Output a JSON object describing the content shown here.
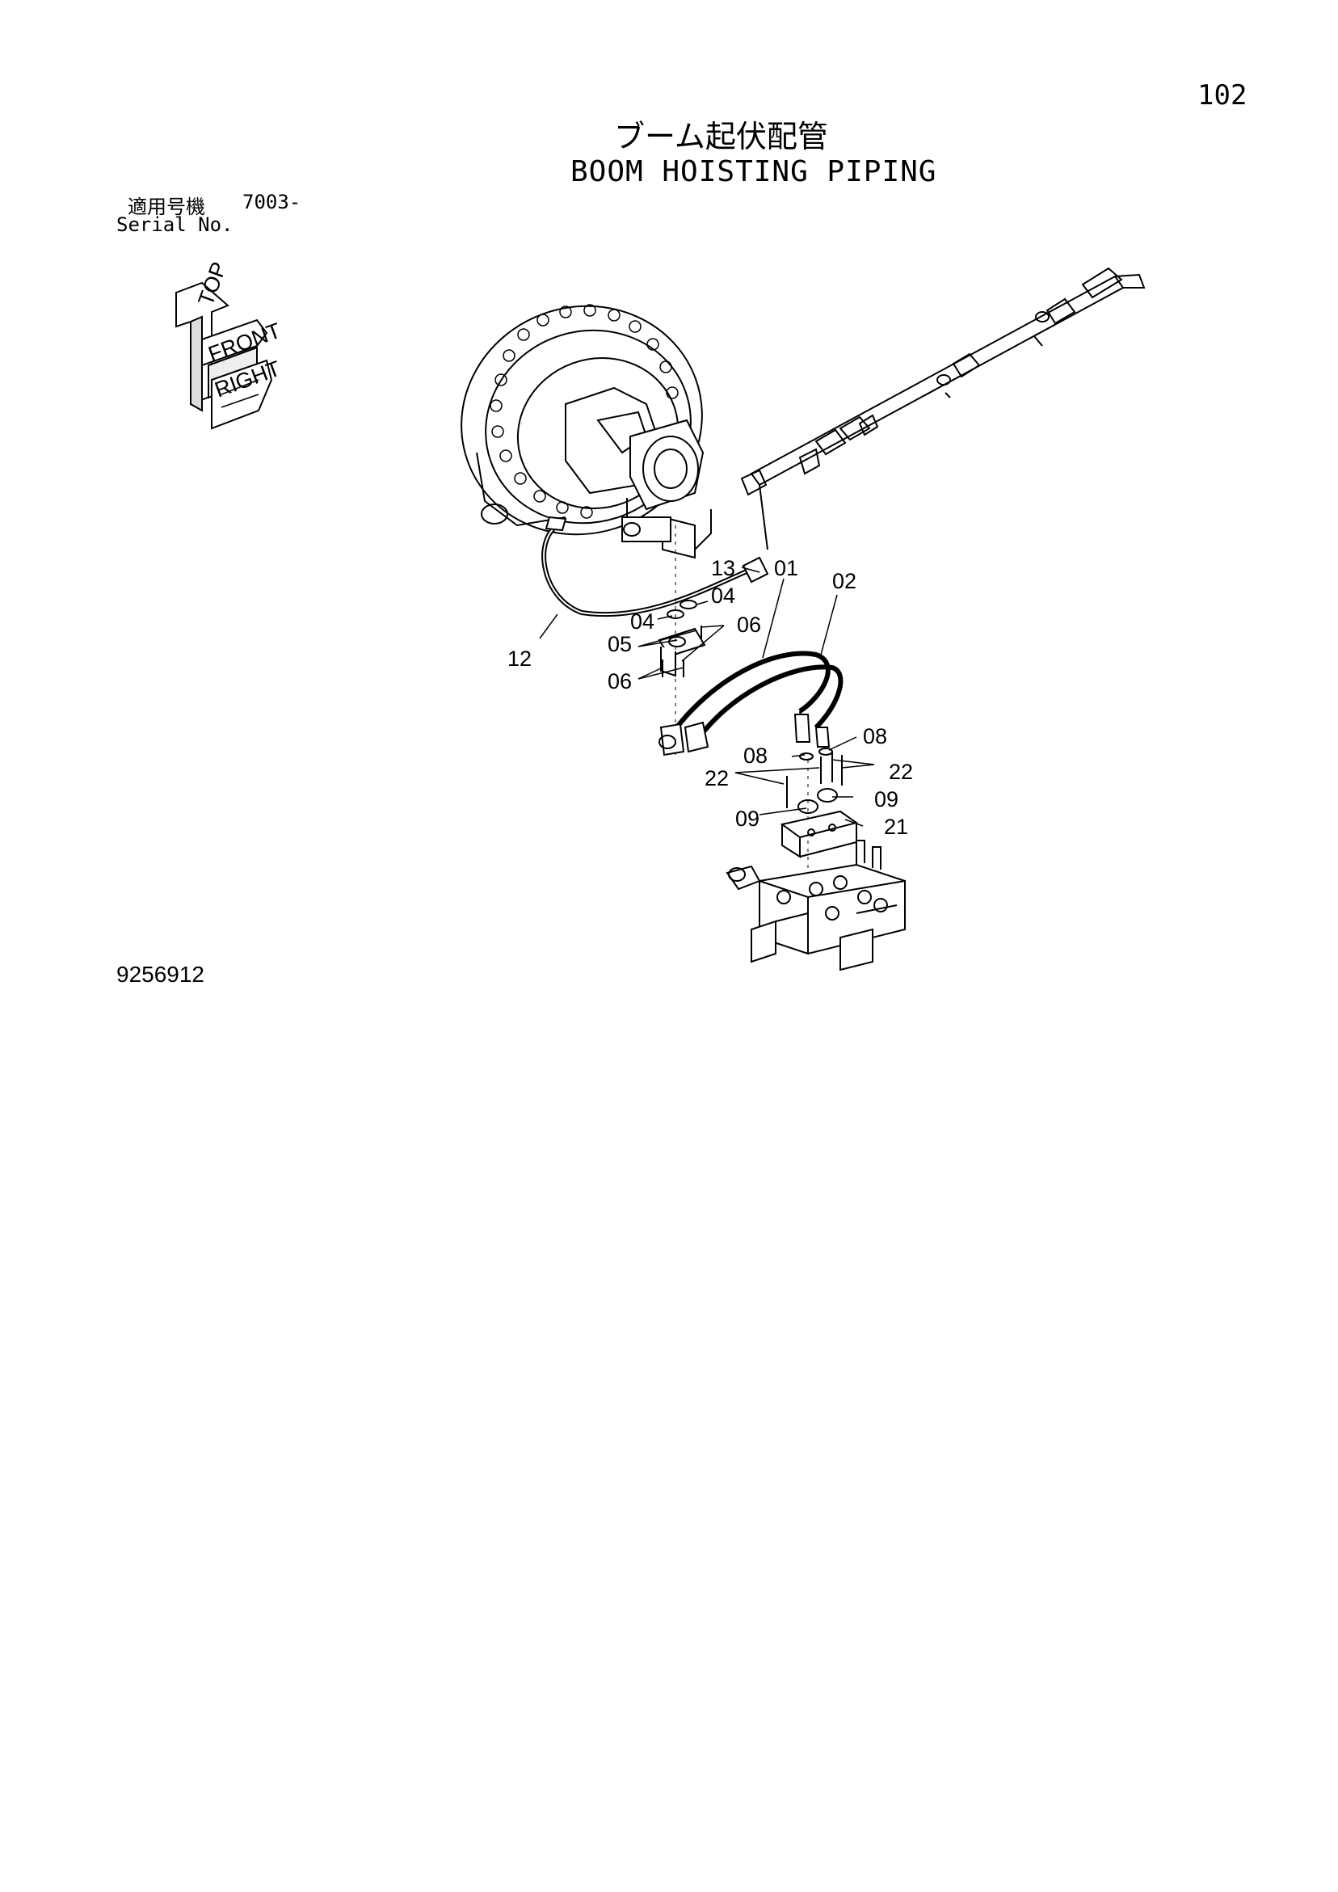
{
  "page": {
    "page_number": "102",
    "title_jp": "ブーム起伏配管",
    "title_en": "BOOM HOISTING PIPING",
    "serial_label_jp": "適用号機",
    "serial_value": "7003-",
    "serial_label_en": "Serial No.",
    "drawing_number": "9256912"
  },
  "orientation_icon": {
    "labels": [
      "TOP",
      "FRONT",
      "RIGHT"
    ]
  },
  "callouts": [
    {
      "id": "c13",
      "text": "13"
    },
    {
      "id": "c01",
      "text": "01"
    },
    {
      "id": "c02",
      "text": "02"
    },
    {
      "id": "c04a",
      "text": "04"
    },
    {
      "id": "c04b",
      "text": "04"
    },
    {
      "id": "c05",
      "text": "05"
    },
    {
      "id": "c06a",
      "text": "06"
    },
    {
      "id": "c06b",
      "text": "06"
    },
    {
      "id": "c12",
      "text": "12"
    },
    {
      "id": "c08a",
      "text": "08"
    },
    {
      "id": "c08b",
      "text": "08"
    },
    {
      "id": "c22a",
      "text": "22"
    },
    {
      "id": "c22b",
      "text": "22"
    },
    {
      "id": "c09a",
      "text": "09"
    },
    {
      "id": "c09b",
      "text": "09"
    },
    {
      "id": "c21",
      "text": "21"
    }
  ],
  "colors": {
    "ink": "#000000",
    "paper": "#ffffff"
  }
}
